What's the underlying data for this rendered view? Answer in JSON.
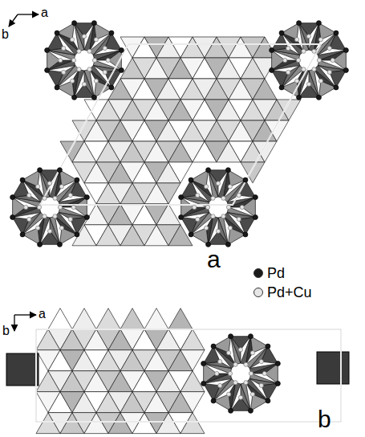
{
  "diagram": {
    "labels": [
      "a",
      "b",
      "a",
      "a",
      "b",
      "b"
    ],
    "legend": [
      {
        "text": "Pd",
        "color": "#1a1a1a"
      },
      {
        "text": "Pd+Cu",
        "color": "#e6e6e6"
      }
    ]
  }
}
